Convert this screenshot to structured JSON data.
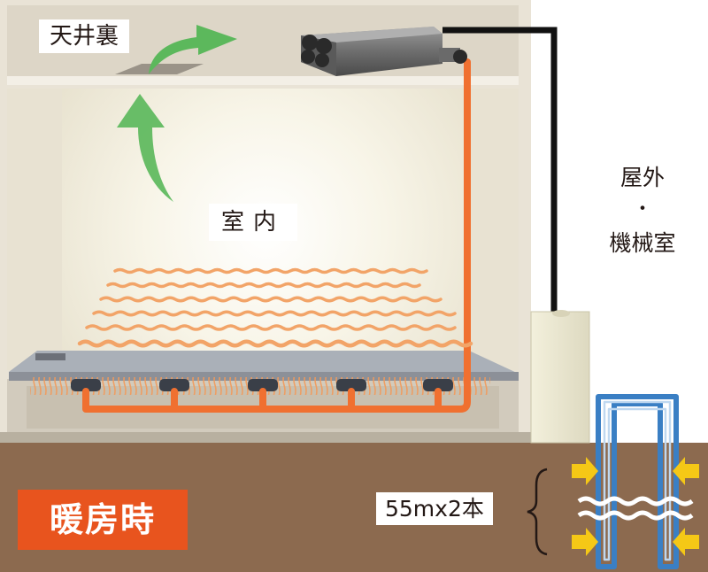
{
  "labels": {
    "attic": "天井裏",
    "room": "室内",
    "outdoor": "屋外",
    "separator": "・",
    "machine_room": "機械室",
    "pipe_length": "55mx2本"
  },
  "mode": {
    "label": "暖房時",
    "color": "#e8541e"
  },
  "colors": {
    "ground": "#8c6a4f",
    "wall": "#eee8dc",
    "floor_pipe": "#f07030",
    "ground_loop": "#3a7fc4",
    "airflow_arrow": "#5cb85c",
    "heat_wave": "#f2a468",
    "heat_arrow": "#f5c816",
    "supply_line": "#111111"
  },
  "icons": [
    "curved-airflow-arrow-icon",
    "heat-wave-icon",
    "heat-intake-arrow-icon",
    "brace-icon"
  ]
}
